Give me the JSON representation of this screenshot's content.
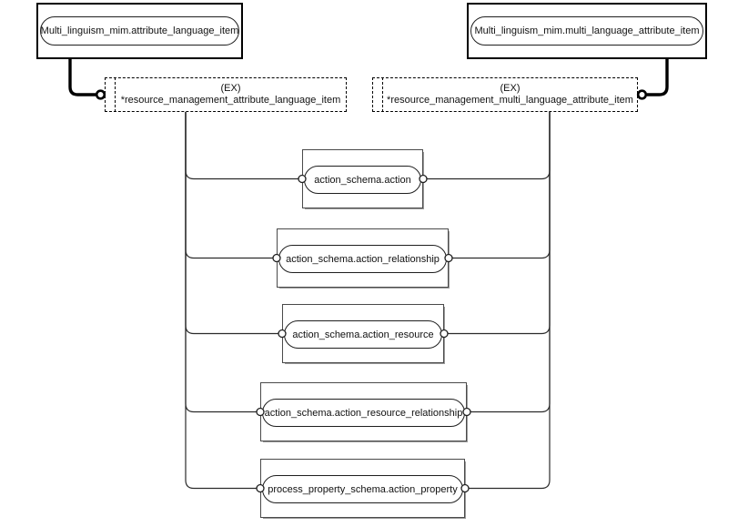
{
  "colors": {
    "background": "#ffffff",
    "line": "#000000",
    "entity_border": "#4a4a4a",
    "text": "#111111"
  },
  "schema_nodes": [
    {
      "label": "Multi_linguism_mim.attribute_language_item"
    },
    {
      "label": "Multi_linguism_mim.multi_language_attribute_item"
    }
  ],
  "reference_nodes": [
    {
      "tag": "(EX)",
      "name": "*resource_management_attribute_language_item"
    },
    {
      "tag": "(EX)",
      "name": "*resource_management_multi_language_attribute_item"
    }
  ],
  "entity_nodes": [
    {
      "label": "action_schema.action"
    },
    {
      "label": "action_schema.action_relationship"
    },
    {
      "label": "action_schema.action_resource"
    },
    {
      "label": "action_schema.action_resource_relationship"
    },
    {
      "label": "process_property_schema.action_property"
    }
  ]
}
